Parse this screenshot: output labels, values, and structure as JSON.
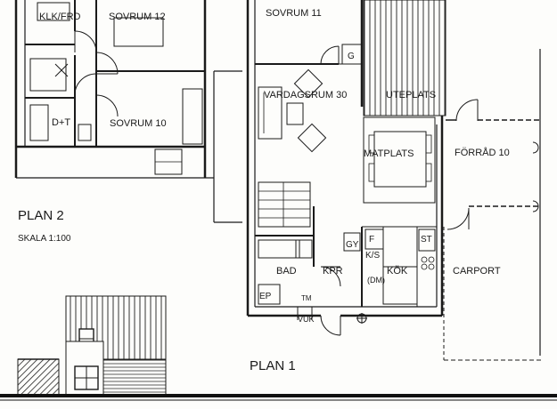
{
  "plan2": {
    "title": "PLAN 2",
    "scale": "SKALA 1:100",
    "rooms": {
      "klk": "KLK/FRD",
      "sovrum12": "SOVRUM 12",
      "dt": "D+T",
      "sovrum10": "SOVRUM 10"
    }
  },
  "plan1": {
    "title": "PLAN 1",
    "rooms": {
      "sovrum11": "SOVRUM 11",
      "g": "G",
      "vardagsrum": "VARDAGSRUM 30",
      "uteplats": "UTEPLATS",
      "matplats": "MATPLATS",
      "forrad": "FÖRRÅD 10",
      "gy": "GY",
      "f": "F",
      "ks": "K/S",
      "st": "ST",
      "bad": "BAD",
      "kpr": "KPR",
      "kok": "KÖK",
      "dm": "(DM)",
      "carport": "CARPORT",
      "ep": "EP",
      "tm": "TM",
      "vuk": "VUK"
    }
  },
  "colors": {
    "ink": "#1a1a1a",
    "paper": "#fdfdfb"
  }
}
